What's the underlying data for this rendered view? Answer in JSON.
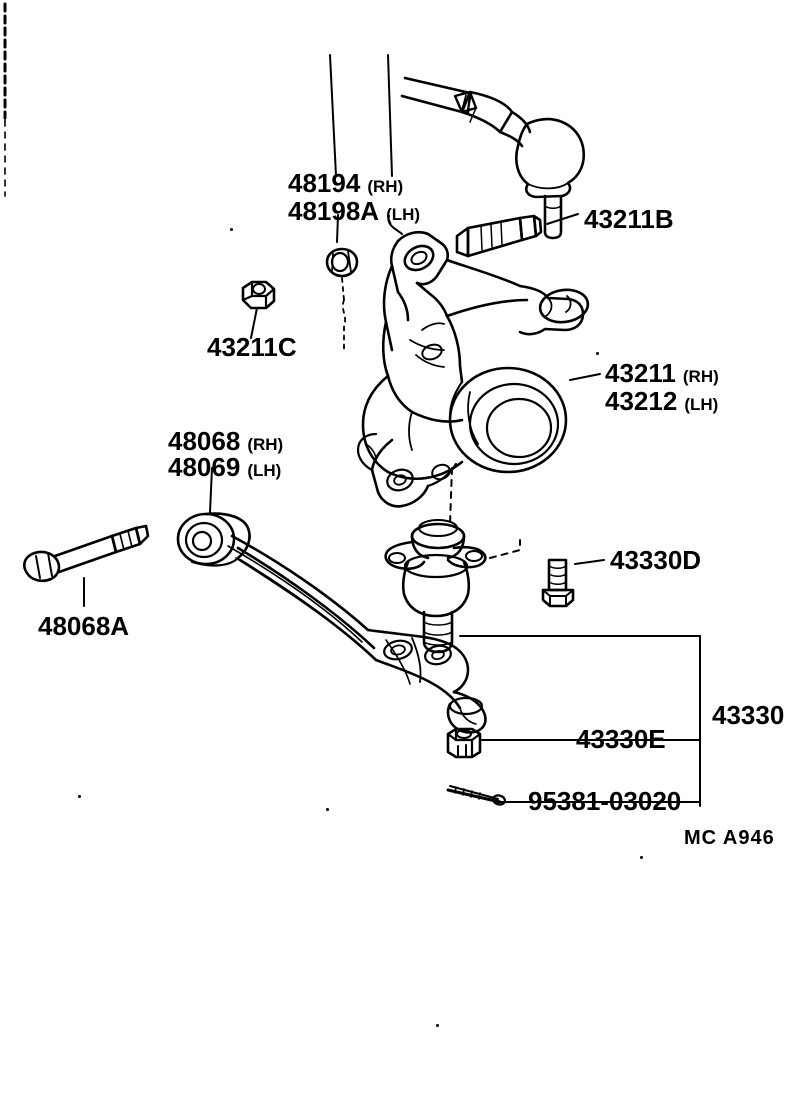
{
  "diagram": {
    "type": "automotive-parts-exploded-view",
    "subject": "Front suspension steering knuckle and lower control arm",
    "reference_code": "MC  A946"
  },
  "callouts": [
    {
      "id": "c48194",
      "number": "48194",
      "side": "(RH)"
    },
    {
      "id": "c48198a",
      "number": "48198A",
      "side": "(LH)"
    },
    {
      "id": "c43211b",
      "number": "43211B",
      "side": ""
    },
    {
      "id": "c43211c",
      "number": "43211C",
      "side": ""
    },
    {
      "id": "c43211",
      "number": "43211",
      "side": "(RH)"
    },
    {
      "id": "c43212",
      "number": "43212",
      "side": "(LH)"
    },
    {
      "id": "c48068",
      "number": "48068",
      "side": "(RH)"
    },
    {
      "id": "c48069",
      "number": "48069",
      "side": "(LH)"
    },
    {
      "id": "c48068a",
      "number": "48068A",
      "side": ""
    },
    {
      "id": "c43330d",
      "number": "43330D",
      "side": ""
    },
    {
      "id": "c43330",
      "number": "43330",
      "side": ""
    },
    {
      "id": "c43330e",
      "number": "43330E",
      "side": ""
    },
    {
      "id": "c95381",
      "number": "95381-03020",
      "side": ""
    }
  ],
  "labels": {
    "n48194": "48194",
    "s48194": "(RH)",
    "n48198a": "48198A",
    "s48198a": "(LH)",
    "n43211b": "43211B",
    "n43211c": "43211C",
    "n43211": "43211",
    "s43211": "(RH)",
    "n43212": "43212",
    "s43212": "(LH)",
    "n48068": "48068",
    "s48068": "(RH)",
    "n48069": "48069",
    "s48069": "(LH)",
    "n48068a": "48068A",
    "n43330d": "43330D",
    "n43330": "43330",
    "n43330e": "43330E",
    "n95381": "95381-03020",
    "footer": "MC  A946"
  },
  "colors": {
    "ink": "#000000",
    "paper": "#ffffff"
  }
}
